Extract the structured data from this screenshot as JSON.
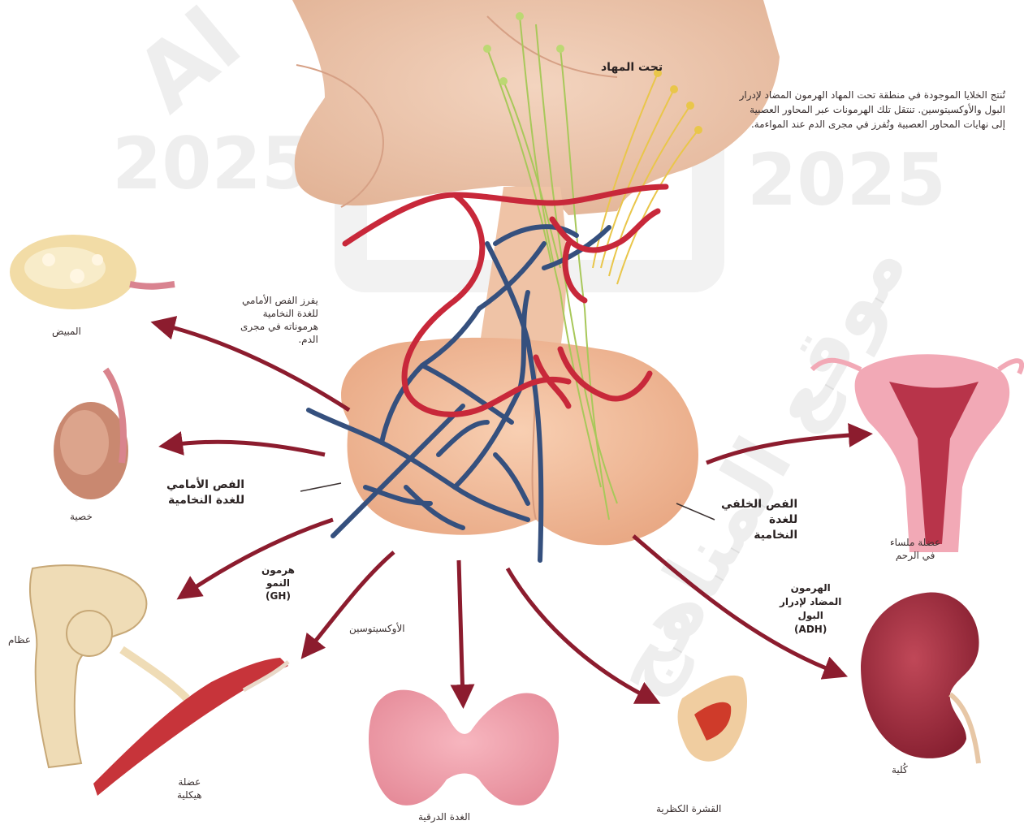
{
  "watermark": {
    "year_left": "2025",
    "year_right": "2025",
    "letters_top_left": "Al",
    "brand_vertical": "موقع المناهج"
  },
  "labels": {
    "hypothalamus": "تحت المهاد",
    "hypothalamus_note": "تُنتج الخلايا الموجودة في منطقة تحت المهاد الهرمون المضاد لإدرار البول والأوكسيتوسين. تنتقل تلك الهرمونات عبر المحاور العصبية إلى نهايات المحاور العصبية وتُفرز في مجرى الدم عند المواءمة.",
    "anterior_secretes": [
      "يفرز الفص الأمامي",
      "للغدة النخامية",
      "هرموناته في مجرى",
      "الدم."
    ],
    "anterior_lobe": [
      "الفص الأمامي",
      "للغدة النخامية"
    ],
    "posterior_lobe": [
      "الفص الخلفي",
      "للغدة",
      "النخامية"
    ],
    "growth_hormone": [
      "هرمون",
      "النمو",
      "(GH)"
    ],
    "oxytocin": "الأوكسيتوسين",
    "adh": [
      "الهرمون",
      "المضاد لإدرار",
      "البول",
      "(ADH)"
    ]
  },
  "organs": {
    "ovary": "المبيض",
    "testis": "خصية",
    "bone": "عظام",
    "skeletal_muscle": [
      "عضلة",
      "هيكلية"
    ],
    "thyroid": "الغدة الدرقية",
    "adrenal_cortex": "القشرة الكظرية",
    "uterus_muscle": [
      "عضلة ملساء",
      "في الرحم"
    ],
    "kidney": "كُلية"
  },
  "colors": {
    "arrow": "#8c1c2e",
    "artery": "#c8283a",
    "vein": "#35507e",
    "gland": "#f1b898",
    "nerve_yellow": "#e9c64a",
    "nerve_green": "#a8c85a"
  }
}
